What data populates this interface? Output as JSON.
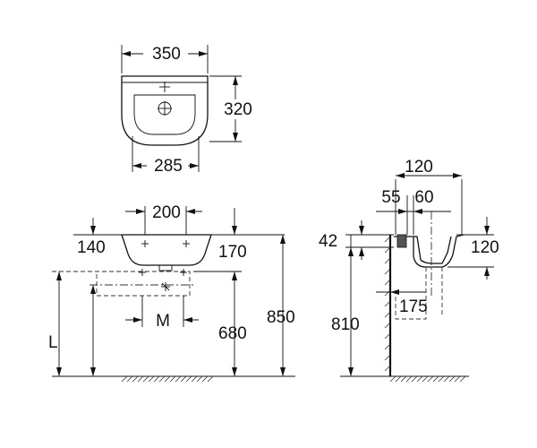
{
  "top_view": {
    "width": "350",
    "depth": "320",
    "inner_width": "285"
  },
  "front_view": {
    "tap_spacing": "200",
    "rim_left": "140",
    "rim_right": "170",
    "trap_label": "M",
    "waste_height": "680",
    "rim_height": "850",
    "inlet_height": "L"
  },
  "side_view": {
    "projection": "120",
    "offset_a": "55",
    "offset_b": "60",
    "bracket_height": "42",
    "basin_height": "120",
    "waste_offset": "175",
    "floor_height": "810"
  }
}
